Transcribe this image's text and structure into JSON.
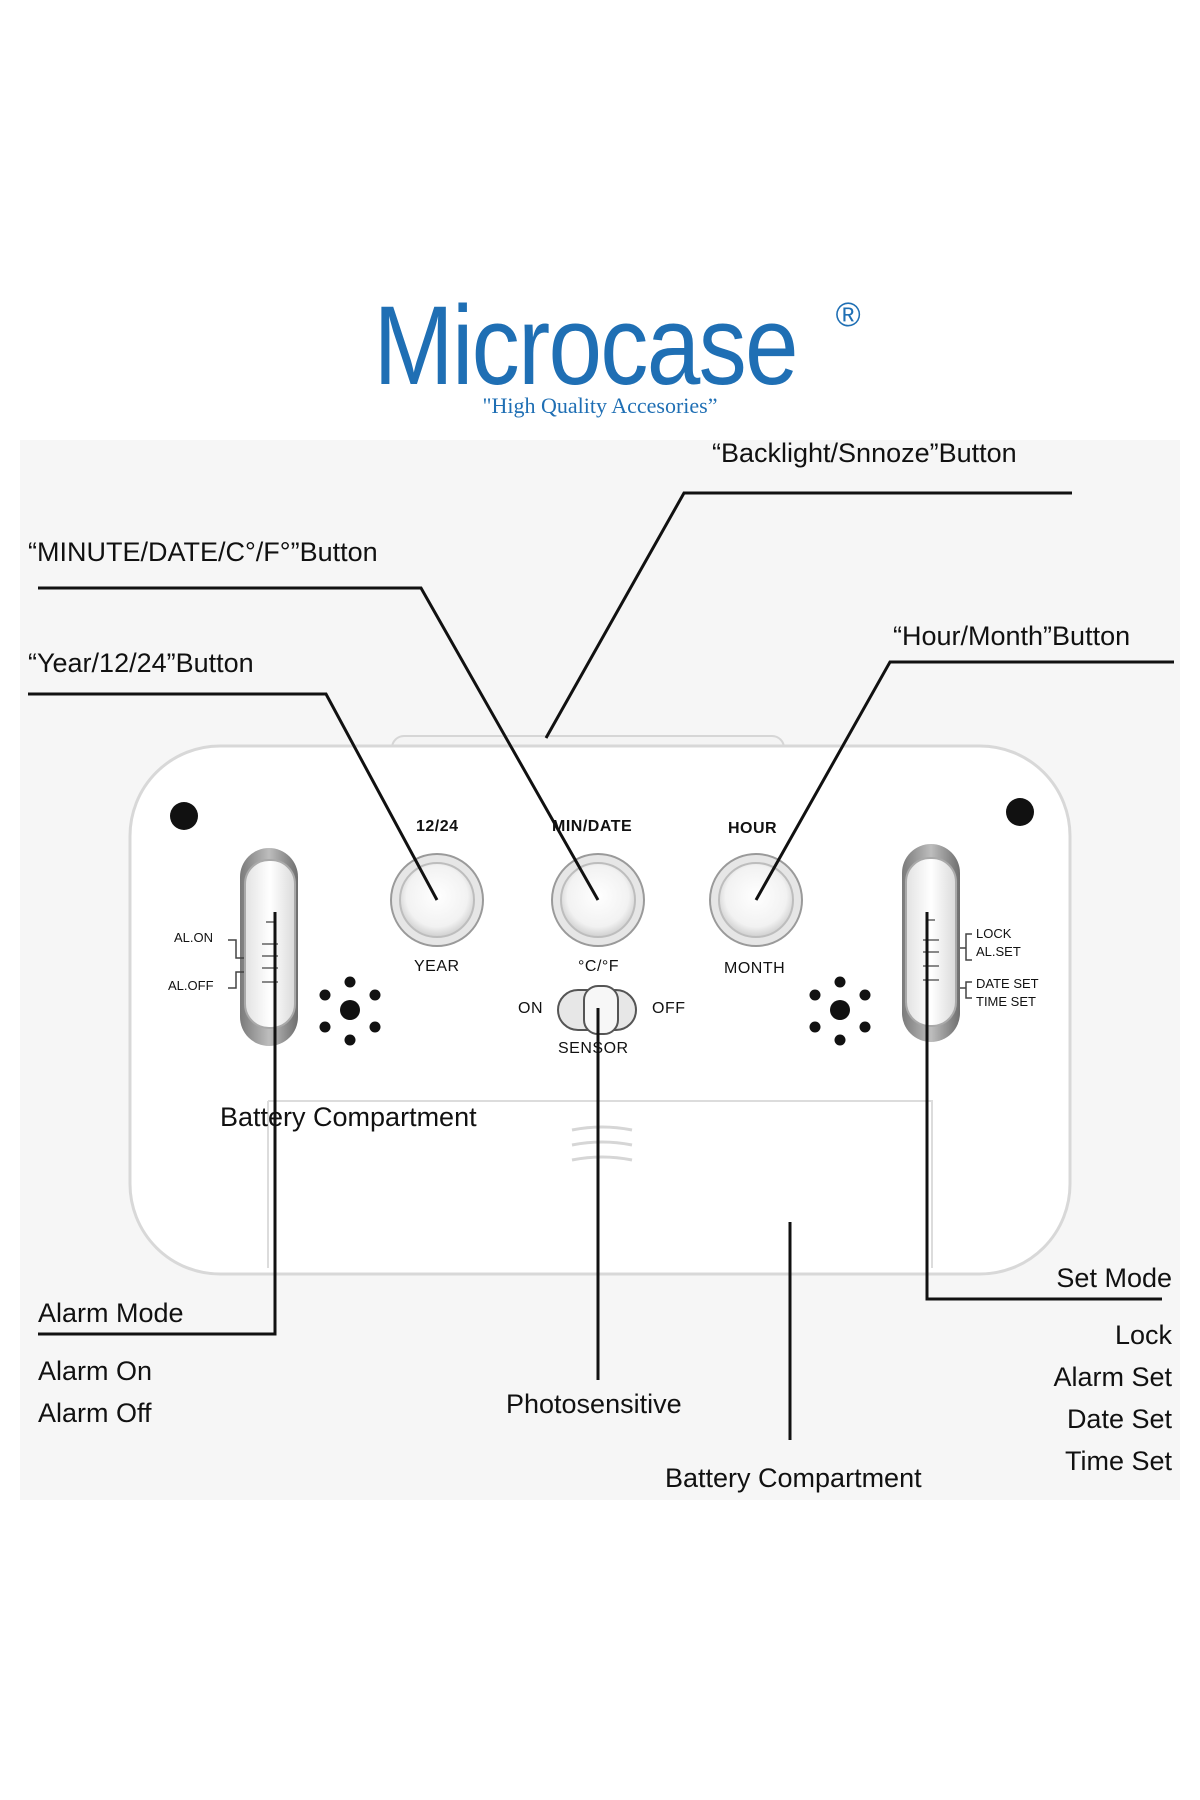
{
  "brand": {
    "name": "Microcase",
    "registered_mark": "®",
    "tagline": "\"High Quality Accesories”"
  },
  "callouts": {
    "backlight_snooze": "“Backlight/Snnoze”Button",
    "minute_date_cf": "“MINUTE/DATE/C°/F°”Button",
    "year_1224": "“Year/12/24”Button",
    "hour_month": "“Hour/Month”Button",
    "battery_compartment_top": "Battery Compartment",
    "alarm_mode": "Alarm Mode",
    "alarm_on": "Alarm On",
    "alarm_off": "Alarm Off",
    "photosensitive": "Photosensitive",
    "battery_compartment_bottom": "Battery Compartment",
    "set_mode": "Set Mode",
    "lock": "Lock",
    "alarm_set": "Alarm Set",
    "date_set": "Date Set",
    "time_set": "Time Set"
  },
  "device_labels": {
    "btn_1224": "12/24",
    "btn_year": "YEAR",
    "btn_min_date": "MIN/DATE",
    "btn_cf": "°C/°F",
    "btn_hour": "HOUR",
    "btn_month": "MONTH",
    "sensor_on": "ON",
    "sensor_off": "OFF",
    "sensor": "SENSOR",
    "al_on": "AL.ON",
    "al_off": "AL.OFF",
    "lock": "LOCK",
    "al_set": "AL.SET",
    "date_set": "DATE SET",
    "time_set": "TIME SET"
  },
  "colors": {
    "brand": "#1f6fb4",
    "line": "#111111",
    "device_body": "#ffffff",
    "panel_bg": "#f6f6f6"
  }
}
